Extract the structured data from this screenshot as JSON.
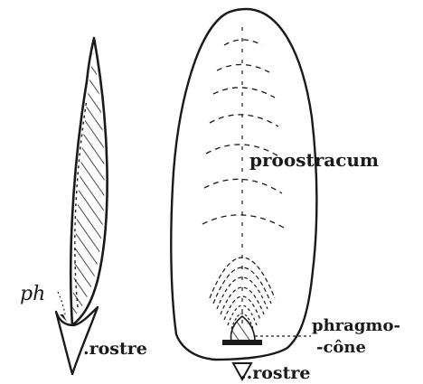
{
  "labels": {
    "ph": "ph",
    "rostre_left": ".rostre",
    "proostracum": "proostracum",
    "phragmo_1": "phragmo-",
    "phragmo_2": "-cône",
    "rostre_right": "..rostre"
  },
  "colors": {
    "ink": "#1a1a1a",
    "paper": "#ffffff"
  }
}
